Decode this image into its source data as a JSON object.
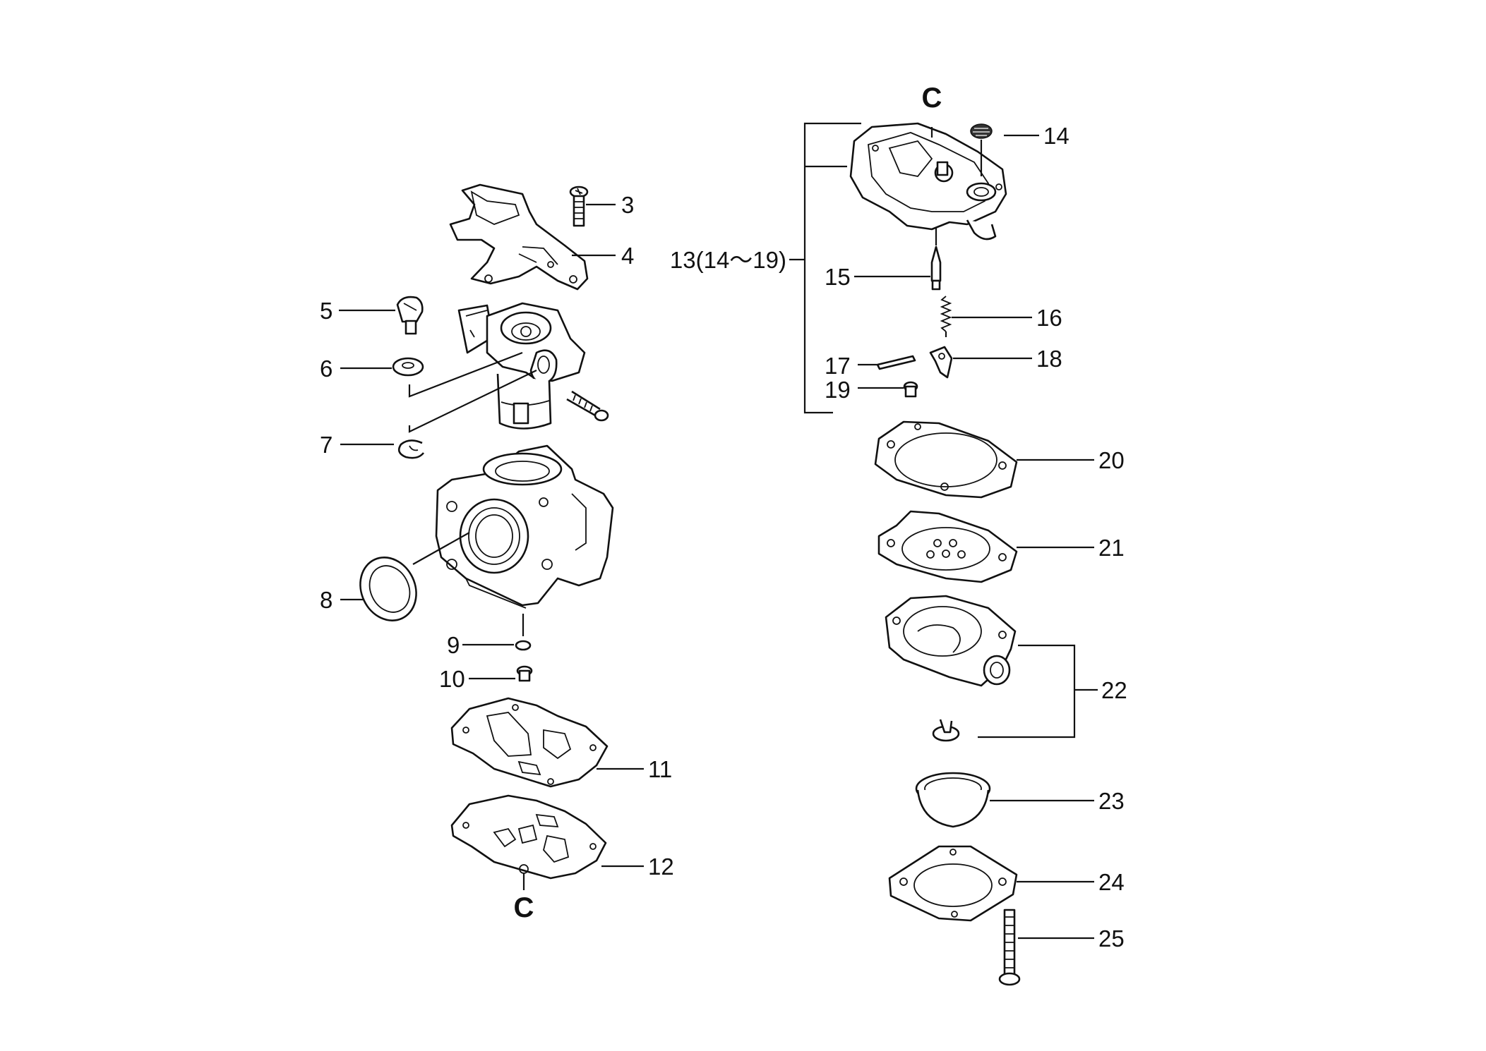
{
  "diagram": {
    "callouts": {
      "c_top": "C",
      "c_bottom": "C",
      "p3": "3",
      "p4": "4",
      "p5": "5",
      "p6": "6",
      "p7": "7",
      "p8": "8",
      "p9": "9",
      "p10": "10",
      "p11": "11",
      "p12": "12",
      "p13": "13(14～19)",
      "p14": "14",
      "p15": "15",
      "p16": "16",
      "p17": "17",
      "p18": "18",
      "p19": "19",
      "p20": "20",
      "p21": "21",
      "p22": "22",
      "p23": "23",
      "p24": "24",
      "p25": "25"
    }
  }
}
